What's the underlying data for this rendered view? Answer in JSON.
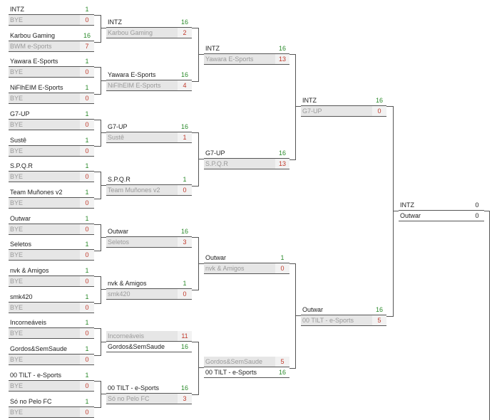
{
  "rounds": [
    [
      {
        "top": {
          "name": "INTZ",
          "score": "1",
          "res": "win"
        },
        "bottom": {
          "name": "BYE",
          "score": "0",
          "res": "lose"
        }
      },
      {
        "top": {
          "name": "Karbou Gaming",
          "score": "16",
          "res": "win"
        },
        "bottom": {
          "name": "BWM e-Sports",
          "score": "7",
          "res": "lose"
        }
      },
      {
        "top": {
          "name": "Yawara E-Sports",
          "score": "1",
          "res": "win"
        },
        "bottom": {
          "name": "BYE",
          "score": "0",
          "res": "lose"
        }
      },
      {
        "top": {
          "name": "NiFlhEIM E-Sports",
          "score": "1",
          "res": "win"
        },
        "bottom": {
          "name": "BYE",
          "score": "0",
          "res": "lose"
        }
      },
      {
        "top": {
          "name": "G7-UP",
          "score": "1",
          "res": "win"
        },
        "bottom": {
          "name": "BYE",
          "score": "0",
          "res": "lose"
        }
      },
      {
        "top": {
          "name": "Sustê",
          "score": "1",
          "res": "win"
        },
        "bottom": {
          "name": "BYE",
          "score": "0",
          "res": "lose"
        }
      },
      {
        "top": {
          "name": "S.P.Q.R",
          "score": "1",
          "res": "win"
        },
        "bottom": {
          "name": "BYE",
          "score": "0",
          "res": "lose"
        }
      },
      {
        "top": {
          "name": "Team Muñones v2",
          "score": "1",
          "res": "win"
        },
        "bottom": {
          "name": "BYE",
          "score": "0",
          "res": "lose"
        }
      },
      {
        "top": {
          "name": "Outwar",
          "score": "1",
          "res": "win"
        },
        "bottom": {
          "name": "BYE",
          "score": "0",
          "res": "lose"
        }
      },
      {
        "top": {
          "name": "Seletos",
          "score": "1",
          "res": "win"
        },
        "bottom": {
          "name": "BYE",
          "score": "0",
          "res": "lose"
        }
      },
      {
        "top": {
          "name": "nvk & Amigos",
          "score": "1",
          "res": "win"
        },
        "bottom": {
          "name": "BYE",
          "score": "0",
          "res": "lose"
        }
      },
      {
        "top": {
          "name": "smk420",
          "score": "1",
          "res": "win"
        },
        "bottom": {
          "name": "BYE",
          "score": "0",
          "res": "lose"
        }
      },
      {
        "top": {
          "name": "Incorneáveis",
          "score": "1",
          "res": "win"
        },
        "bottom": {
          "name": "BYE",
          "score": "0",
          "res": "lose"
        }
      },
      {
        "top": {
          "name": "Gordos&SemSaude",
          "score": "1",
          "res": "win"
        },
        "bottom": {
          "name": "BYE",
          "score": "0",
          "res": "lose"
        }
      },
      {
        "top": {
          "name": "00 TILT - e-Sports",
          "score": "1",
          "res": "win"
        },
        "bottom": {
          "name": "BYE",
          "score": "0",
          "res": "lose"
        }
      },
      {
        "top": {
          "name": "Só no Pelo FC",
          "score": "1",
          "res": "win"
        },
        "bottom": {
          "name": "BYE",
          "score": "0",
          "res": "lose"
        }
      }
    ],
    [
      {
        "top": {
          "name": "INTZ",
          "score": "16",
          "res": "win"
        },
        "bottom": {
          "name": "Karbou Gaming",
          "score": "2",
          "res": "lose"
        }
      },
      {
        "top": {
          "name": "Yawara E-Sports",
          "score": "16",
          "res": "win"
        },
        "bottom": {
          "name": "NiFlhEIM E-Sports",
          "score": "4",
          "res": "lose"
        }
      },
      {
        "top": {
          "name": "G7-UP",
          "score": "16",
          "res": "win"
        },
        "bottom": {
          "name": "Sustê",
          "score": "1",
          "res": "lose"
        }
      },
      {
        "top": {
          "name": "S.P.Q.R",
          "score": "1",
          "res": "win"
        },
        "bottom": {
          "name": "Team Muñones v2",
          "score": "0",
          "res": "lose"
        }
      },
      {
        "top": {
          "name": "Outwar",
          "score": "16",
          "res": "win"
        },
        "bottom": {
          "name": "Seletos",
          "score": "3",
          "res": "lose"
        }
      },
      {
        "top": {
          "name": "nvk & Amigos",
          "score": "1",
          "res": "win"
        },
        "bottom": {
          "name": "smk420",
          "score": "0",
          "res": "lose"
        }
      },
      {
        "top": {
          "name": "Incorneáveis",
          "score": "11",
          "res": "lose"
        },
        "bottom": {
          "name": "Gordos&SemSaude",
          "score": "16",
          "res": "win"
        }
      },
      {
        "top": {
          "name": "00 TILT - e-Sports",
          "score": "16",
          "res": "win"
        },
        "bottom": {
          "name": "Só no Pelo FC",
          "score": "3",
          "res": "lose"
        }
      }
    ],
    [
      {
        "top": {
          "name": "INTZ",
          "score": "16",
          "res": "win"
        },
        "bottom": {
          "name": "Yawara E-Sports",
          "score": "13",
          "res": "lose"
        }
      },
      {
        "top": {
          "name": "G7-UP",
          "score": "16",
          "res": "win"
        },
        "bottom": {
          "name": "S.P.Q.R",
          "score": "13",
          "res": "lose"
        }
      },
      {
        "top": {
          "name": "Outwar",
          "score": "1",
          "res": "win"
        },
        "bottom": {
          "name": "nvk & Amigos",
          "score": "0",
          "res": "lose"
        }
      },
      {
        "top": {
          "name": "Gordos&SemSaude",
          "score": "5",
          "res": "lose"
        },
        "bottom": {
          "name": "00 TILT - e-Sports",
          "score": "16",
          "res": "win"
        }
      }
    ],
    [
      {
        "top": {
          "name": "INTZ",
          "score": "16",
          "res": "win"
        },
        "bottom": {
          "name": "G7-UP",
          "score": "0",
          "res": "lose"
        }
      },
      {
        "top": {
          "name": "Outwar",
          "score": "16",
          "res": "win"
        },
        "bottom": {
          "name": "00 TILT - e-Sports",
          "score": "5",
          "res": "lose"
        }
      }
    ],
    [
      {
        "top": {
          "name": "INTZ",
          "score": "0",
          "res": "neutral"
        },
        "bottom": {
          "name": "Outwar",
          "score": "0",
          "res": "neutral"
        }
      }
    ]
  ]
}
